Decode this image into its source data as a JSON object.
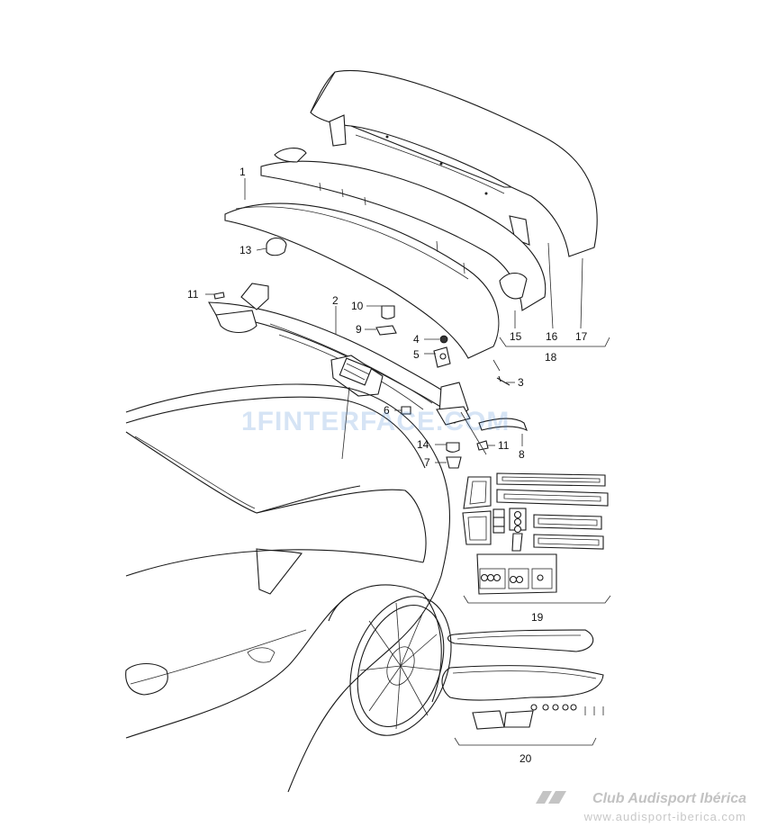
{
  "diagram": {
    "part_numbers": [
      "1",
      "2",
      "3",
      "4",
      "5",
      "6",
      "7",
      "8",
      "9",
      "10",
      "11",
      "11",
      "13",
      "14",
      "15",
      "16",
      "17",
      "18",
      "19",
      "20"
    ]
  },
  "watermark": {
    "text": "1FINTERFACE.COM"
  },
  "branding": {
    "name": "Club Audisport Ibérica",
    "url": "www.audisport-iberica.com",
    "text_color": "#c2c2c2",
    "watermark_color": "#4682d2"
  }
}
